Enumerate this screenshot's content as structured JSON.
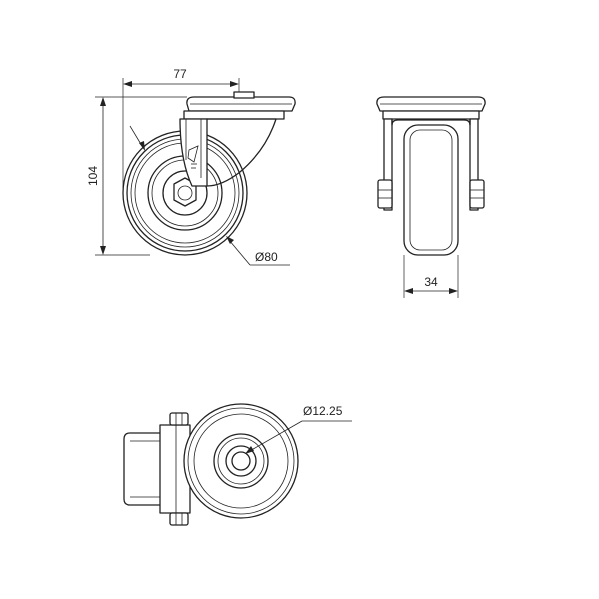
{
  "dimensions": {
    "width_label": "77",
    "height_label": "104",
    "wheel_diameter_label": "Ø80",
    "wheel_width_label": "34",
    "bore_diameter_label": "Ø12.25"
  },
  "colors": {
    "line": "#222222",
    "background": "#ffffff"
  }
}
